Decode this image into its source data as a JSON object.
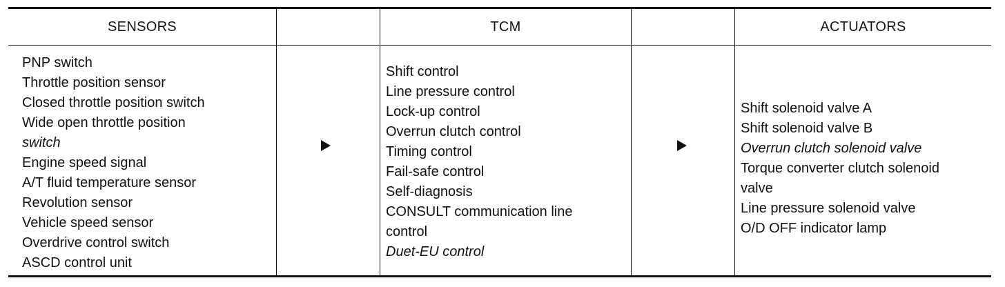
{
  "sensors": {
    "header": "SENSORS",
    "items": [
      "PNP switch",
      "Throttle position sensor",
      "Closed throttle position switch",
      "Wide open throttle position",
      "switch",
      "Engine speed signal",
      "A/T fluid temperature sensor",
      "Revolution sensor",
      "Vehicle speed sensor",
      "Overdrive control switch",
      "ASCD control unit"
    ]
  },
  "tcm": {
    "header": "TCM",
    "items": [
      "Shift control",
      "Line pressure control",
      "Lock-up control",
      "Overrun clutch control",
      "Timing control",
      "Fail-safe control",
      "Self-diagnosis",
      "CONSULT communication line",
      "control",
      "Duet-EU control"
    ]
  },
  "actuators": {
    "header": "ACTUATORS",
    "items": [
      "Shift solenoid valve A",
      "Shift solenoid valve B",
      "Overrun clutch solenoid valve",
      "Torque converter clutch solenoid",
      "valve",
      "Line pressure solenoid valve",
      "O/D OFF indicator lamp"
    ]
  },
  "icons": {
    "flow_arrow_1": "arrow-right-icon",
    "flow_arrow_2": "arrow-right-icon"
  }
}
